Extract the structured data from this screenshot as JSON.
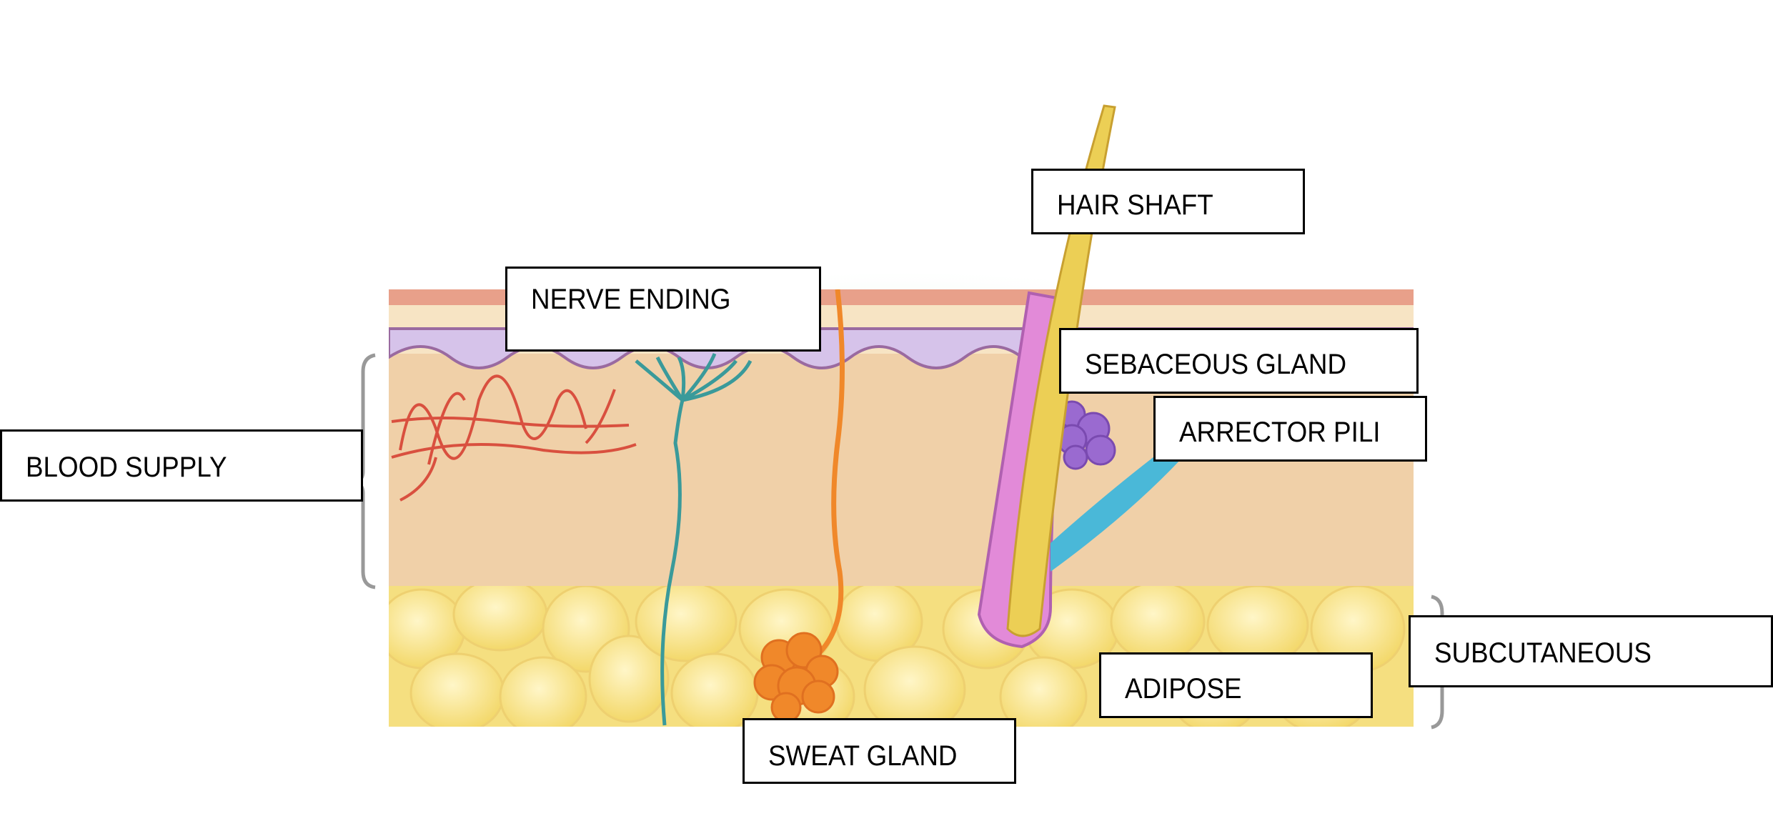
{
  "diagram": {
    "labels": {
      "hair_shaft": "HAIR SHAFT",
      "nerve_ending": "NERVE ENDING",
      "sebaceous_gland": "SEBACEOUS GLAND",
      "arrector_pili": "ARRECTOR PILI",
      "blood_supply": "BLOOD SUPPLY",
      "subcutaneous": "SUBCUTANEOUS",
      "adipose": "ADIPOSE",
      "sweat_gland": "SWEAT GLAND"
    },
    "colors": {
      "glow": "#8fd39a",
      "epidermis_top": "#e8a08a",
      "epidermis": "#f7e4c4",
      "basal_layer": "#d6c3ea",
      "dermis": "#f0d0a8",
      "adipose": "#f8e48a",
      "blood_vessel": "#d9503f",
      "nerve": "#3a9a9a",
      "sweat_gland": "#f0882a",
      "hair": "#e8c040",
      "follicle": "#d87ad0",
      "sebaceous": "#9a6ad0",
      "arrector_pili": "#4ab8d8"
    }
  }
}
